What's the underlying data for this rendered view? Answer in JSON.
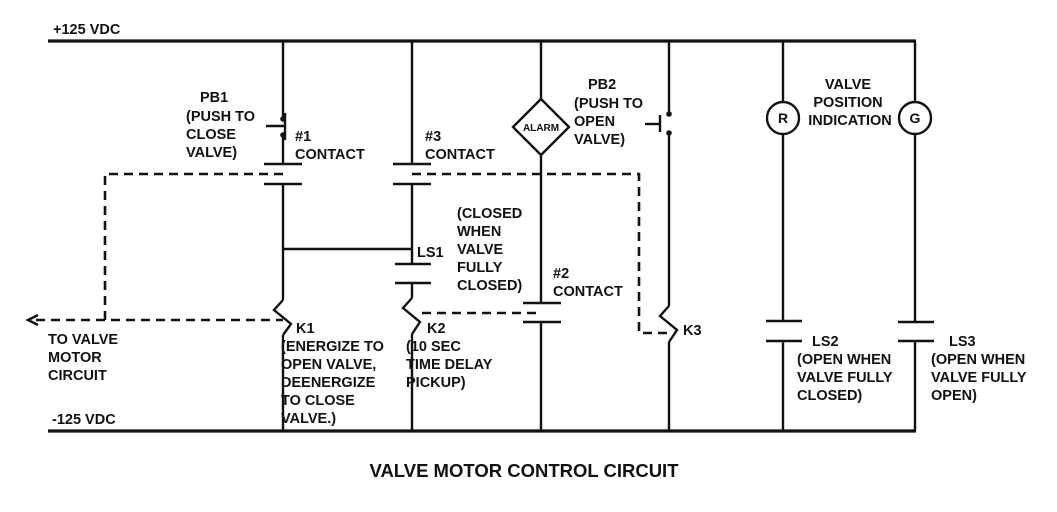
{
  "title": "VALVE MOTOR CONTROL CIRCUIT",
  "rails": {
    "positive": "+125 VDC",
    "negative": "-125 VDC"
  },
  "components": {
    "pb1": {
      "name": "PB1",
      "desc": [
        "(PUSH TO",
        "CLOSE",
        "VALVE)"
      ]
    },
    "contact1": {
      "lines": [
        "#1",
        "CONTACT"
      ]
    },
    "contact3": {
      "lines": [
        "#3",
        "CONTACT"
      ]
    },
    "contact2": {
      "lines": [
        "#2",
        "CONTACT"
      ]
    },
    "alarm": {
      "label": "ALARM"
    },
    "pb2": {
      "name": "PB2",
      "desc": [
        "(PUSH TO",
        "OPEN",
        "VALVE)"
      ]
    },
    "ls1": {
      "name": "LS1",
      "desc": [
        "(CLOSED",
        "WHEN",
        "VALVE",
        "FULLY",
        "CLOSED)"
      ]
    },
    "k1": {
      "name": "K1",
      "desc": [
        "(ENERGIZE TO",
        "OPEN VALVE,",
        "DEENERGIZE",
        "TO CLOSE",
        "VALVE.)"
      ]
    },
    "k2": {
      "name": "K2",
      "desc": [
        "(10 SEC",
        "TIME DELAY",
        "PICKUP)"
      ]
    },
    "k3": {
      "name": "K3"
    },
    "lamp_r": {
      "label": "R"
    },
    "lamp_g": {
      "label": "G"
    },
    "indication": {
      "lines": [
        "VALVE",
        "POSITION",
        "INDICATION"
      ]
    },
    "ls2": {
      "name": "LS2",
      "desc": [
        "(OPEN WHEN",
        "VALVE FULLY",
        "CLOSED)"
      ]
    },
    "ls3": {
      "name": "LS3",
      "desc": [
        "(OPEN WHEN",
        "VALVE FULLY",
        "OPEN)"
      ]
    },
    "motor": {
      "lines": [
        "TO VALVE",
        "MOTOR",
        "CIRCUIT"
      ]
    }
  }
}
